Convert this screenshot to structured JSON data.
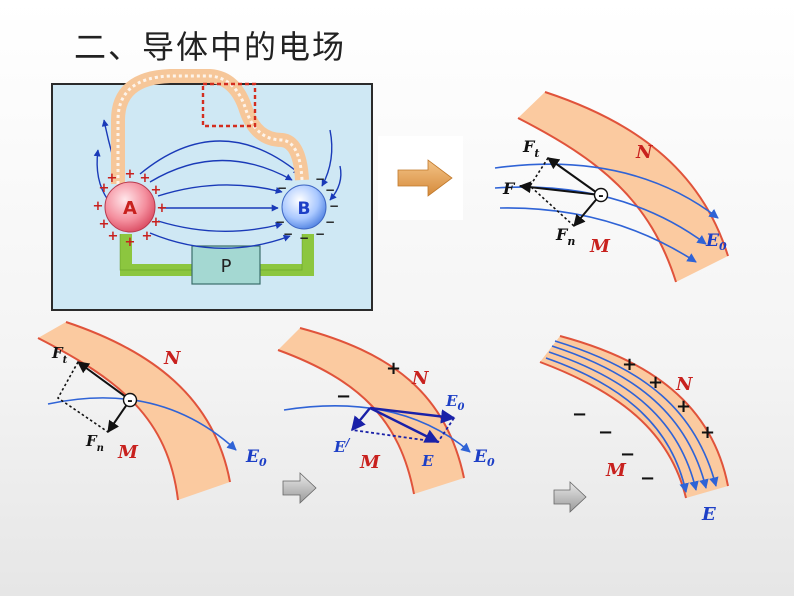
{
  "title": "二、导体中的电场",
  "panel1": {
    "charge_a": "A",
    "charge_b": "B",
    "plus": "+",
    "minus": "−",
    "device": "P"
  },
  "labels": {
    "N": "N",
    "M": "M",
    "E0_main": "E",
    "E0_sub": "0",
    "Ft_main": "F",
    "Ft_sub": "t",
    "Fn_main": "F",
    "Fn_sub": "n",
    "F": "F",
    "E": "E",
    "E_prime": "E",
    "prime": "/",
    "electron": "-",
    "plus": "+",
    "minus": "−"
  },
  "colors": {
    "conductor_fill": "#fbcaa0",
    "conductor_edge": "#e0533b",
    "field_line": "#2f63d6",
    "dark_arrow": "#1a21a8",
    "label_red": "#c8211e",
    "label_blue": "#1d3fc6"
  }
}
